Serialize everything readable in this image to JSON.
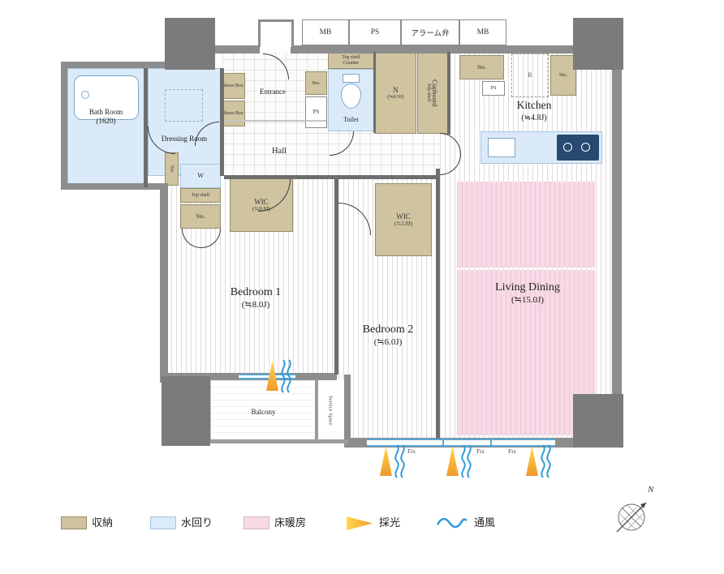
{
  "top_units": [
    "MB",
    "PS",
    "アラーム弁",
    "MB"
  ],
  "rooms": {
    "bath": {
      "name": "Bath Room",
      "size": "(1620)"
    },
    "dressing": {
      "name": "Dressing Room"
    },
    "entrance": {
      "name": "Entrance"
    },
    "hall": {
      "name": "Hall"
    },
    "toilet": {
      "name": "Toilet"
    },
    "n_closet": {
      "name": "N",
      "size": "(≒0.9J)"
    },
    "kitchen": {
      "name": "Kitchen",
      "size": "(≒4.8J)"
    },
    "wic1": {
      "name": "WIC",
      "size": "(≒0.8J)"
    },
    "wic2": {
      "name": "WIC",
      "size": "(≒1.0J)"
    },
    "bedroom1": {
      "name": "Bedroom 1",
      "size": "(≒8.0J)"
    },
    "bedroom2": {
      "name": "Bedroom 2",
      "size": "(≒6.0J)"
    },
    "living_dining": {
      "name": "Living Dining",
      "size": "(≒15.0J)"
    },
    "balcony": {
      "name": "Balcony"
    },
    "service_space": {
      "name": "Service Space"
    }
  },
  "fixtures": {
    "sto": "Sto.",
    "ps": "PS",
    "shoes_box": "Shoes Box",
    "top_shelf": "Top shelf",
    "counter": "Counter",
    "cupboard": "Cupboard",
    "washer": "W",
    "refrigerator": "R",
    "fix": "Fix"
  },
  "legend": {
    "storage": "収納",
    "water_area": "水回り",
    "floor_heating": "床暖房",
    "daylight": "採光",
    "ventilation": "通風"
  },
  "compass": {
    "north": "N"
  },
  "colors": {
    "storage": "#cfc3a0",
    "water": "#daeaf8",
    "floor_heating": "#f8d9e6",
    "daylight": "#f2a93c",
    "ventilation": "#2f9bd8",
    "wall": "#8d8d8d"
  }
}
